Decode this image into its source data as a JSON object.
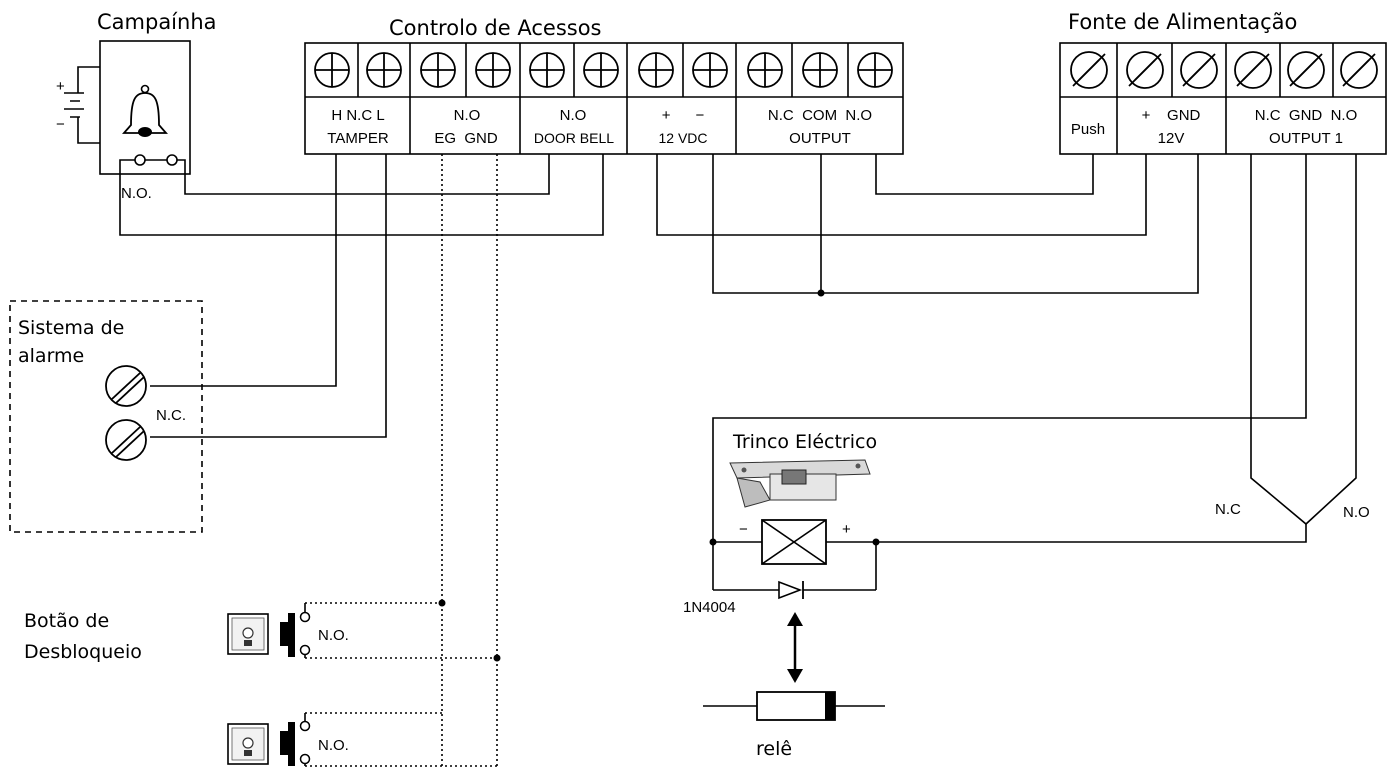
{
  "titles": {
    "bell": "Campaínha",
    "controller": "Controlo de Acessos",
    "psu": "Fonte de Alimentação",
    "alarm_line1": "Sistema de",
    "alarm_line2": "alarme",
    "strike": "Trinco Eléctrico",
    "button_line1": "Botão de",
    "button_line2": "Desbloqueio",
    "relay": "relê"
  },
  "controller": {
    "tamper_top": "H N.C L",
    "tamper_bottom": "TAMPER",
    "eg_top": "N.O",
    "eg_bottom": "EG  GND",
    "door_top": "N.O",
    "door_bottom": "DOOR BELL",
    "power_top": "+      −",
    "power_bottom": "12 VDC",
    "output_top": "N.C  COM  N.O",
    "output_bottom": "OUTPUT"
  },
  "psu": {
    "push": "Push",
    "v12_top": "+    GND",
    "v12_bottom": "12V",
    "out_top": "N.C  GND  N.O",
    "out_bottom": "OUTPUT 1"
  },
  "labels": {
    "bell_contact": "N.O.",
    "alarm_contact": "N.C.",
    "button1_contact": "N.O.",
    "button2_contact": "N.O.",
    "relay_nc": "N.C",
    "relay_no": "N.O",
    "diode": "1N4004",
    "coil_minus": "−",
    "coil_plus": "+",
    "battery_plus": "+",
    "battery_minus": "−"
  }
}
